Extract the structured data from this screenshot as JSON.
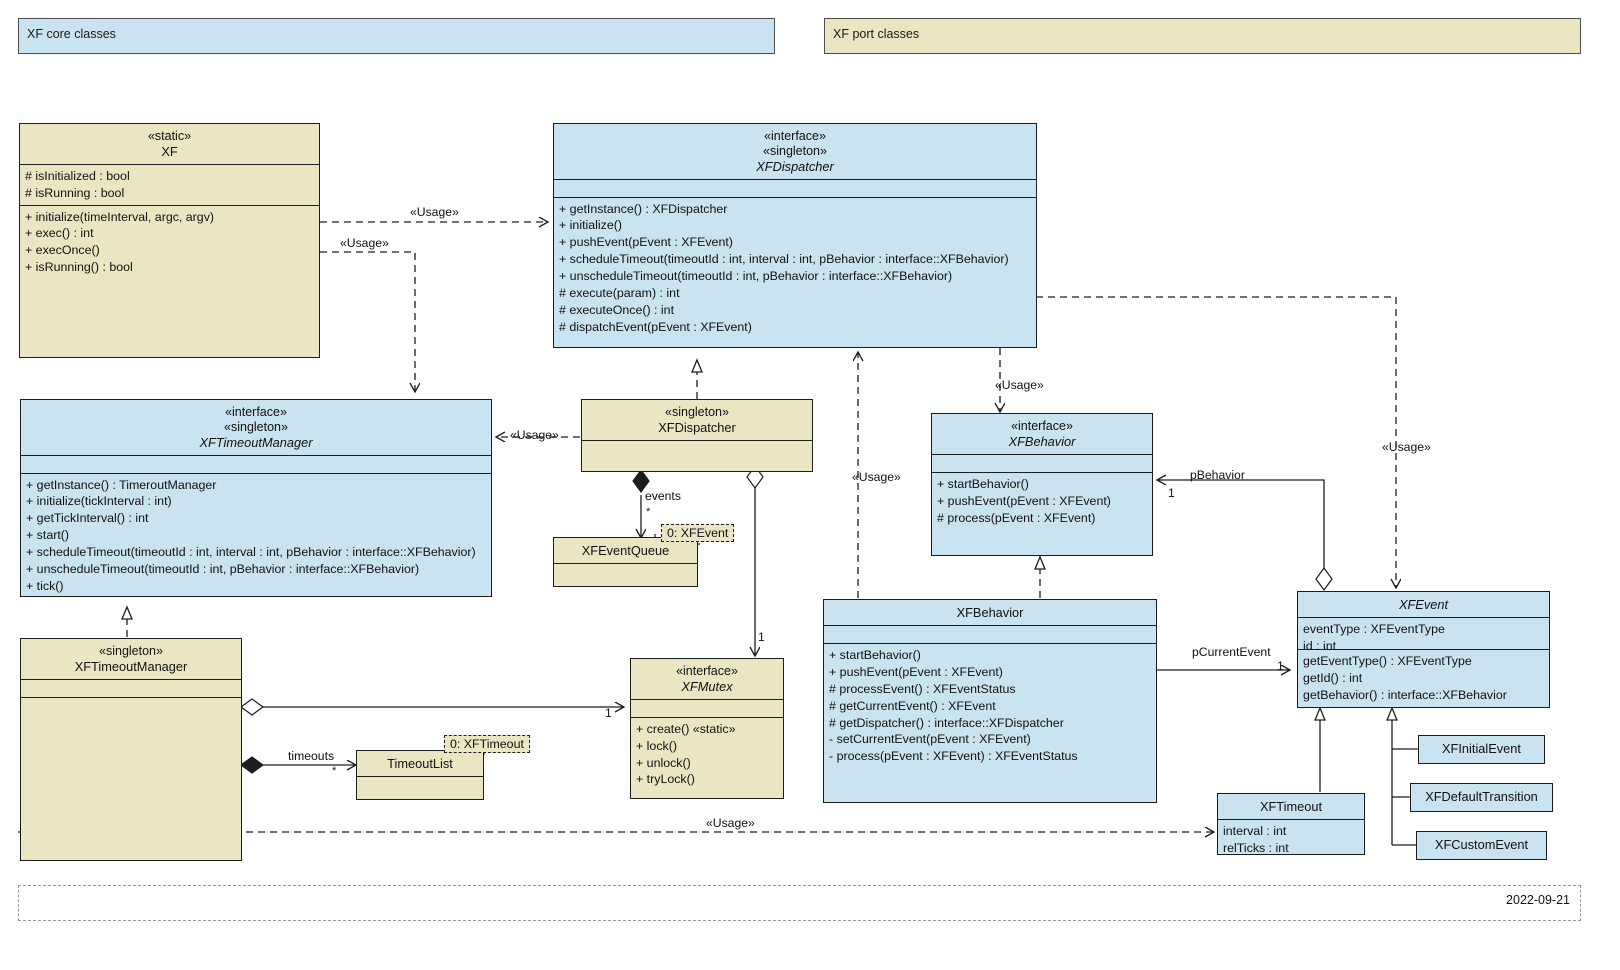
{
  "packages": [
    {
      "id": "core",
      "label": "XF core classes",
      "color": "#c9e3f0"
    },
    {
      "id": "port",
      "label": "XF port classes",
      "color": "#eae6c4"
    }
  ],
  "classes": {
    "xf": {
      "stereotypes": [
        "«static»"
      ],
      "name": "XF",
      "italic": false,
      "attributes": [
        "# isInitialized : bool",
        "# isRunning : bool"
      ],
      "operations": [
        "+ initialize(timeInterval, argc, argv)",
        "+ exec() : int",
        "+ execOnce()",
        "+ isRunning() : bool"
      ]
    },
    "xfdispatcher_if": {
      "stereotypes": [
        "«interface»",
        "«singleton»"
      ],
      "name": "XFDispatcher",
      "italic": true,
      "attributes": [],
      "operations": [
        "+ getInstance() : XFDispatcher",
        "+ initialize()",
        "+ pushEvent(pEvent : XFEvent)",
        "+ scheduleTimeout(timeoutId : int, interval : int, pBehavior : interface::XFBehavior)",
        "+ unscheduleTimeout(timeoutId : int, pBehavior : interface::XFBehavior)",
        "# execute(param) : int",
        "# executeOnce() : int",
        "# dispatchEvent(pEvent : XFEvent)"
      ]
    },
    "xftimeoutmanager_if": {
      "stereotypes": [
        "«interface»",
        "«singleton»"
      ],
      "name": "XFTimeoutManager",
      "italic": true,
      "attributes": [],
      "operations": [
        "+ getInstance() : TimeroutManager",
        "+ initialize(tickInterval : int)",
        "+ getTickInterval() : int",
        "+ start()",
        "+ scheduleTimeout(timeoutId : int, interval : int, pBehavior : interface::XFBehavior)",
        "+ unscheduleTimeout(timeoutId : int, pBehavior : interface::XFBehavior)",
        "+ tick()"
      ]
    },
    "xfdispatcher_impl": {
      "stereotypes": [
        "«singleton»"
      ],
      "name": "XFDispatcher",
      "italic": false,
      "attributes": [],
      "operations": []
    },
    "xfeventqueue": {
      "stereotypes": [],
      "name": "XFEventQueue",
      "italic": false,
      "attributes": [],
      "operations": []
    },
    "xfbehavior_if": {
      "stereotypes": [
        "«interface»"
      ],
      "name": "XFBehavior",
      "italic": true,
      "attributes": [],
      "operations": [
        "+ startBehavior()",
        "+ pushEvent(pEvent : XFEvent)",
        "# process(pEvent : XFEvent)"
      ]
    },
    "xftimeoutmanager_impl": {
      "stereotypes": [
        "«singleton»"
      ],
      "name": "XFTimeoutManager",
      "italic": false,
      "attributes": [],
      "operations": []
    },
    "timeoutlist": {
      "stereotypes": [],
      "name": "TimeoutList",
      "italic": false,
      "attributes": [],
      "operations": []
    },
    "xfmutex": {
      "stereotypes": [
        "«interface»"
      ],
      "name": "XFMutex",
      "italic": true,
      "attributes": [],
      "operations": [
        "+ create() «static»",
        "+ lock()",
        "+ unlock()",
        "+ tryLock()"
      ]
    },
    "xfbehavior_impl": {
      "stereotypes": [],
      "name": "XFBehavior",
      "italic": false,
      "attributes": [],
      "operations": [
        "+ startBehavior()",
        "+ pushEvent(pEvent : XFEvent)",
        "# processEvent() : XFEventStatus",
        "# getCurrentEvent() : XFEvent",
        "# getDispatcher() : interface::XFDispatcher",
        "- setCurrentEvent(pEvent : XFEvent)",
        "- process(pEvent : XFEvent) : XFEventStatus"
      ]
    },
    "xfevent": {
      "stereotypes": [],
      "name": "XFEvent",
      "italic": true,
      "attributes": [
        "eventType : XFEventType",
        "id : int"
      ],
      "operations": [
        "getEventType() : XFEventType",
        "getId() : int",
        "getBehavior() : interface::XFBehavior"
      ]
    },
    "xftimeout": {
      "stereotypes": [],
      "name": "XFTimeout",
      "italic": false,
      "attributes": [
        "interval : int",
        "relTicks : int"
      ],
      "operations": []
    },
    "xfinitialevent": {
      "stereotypes": [],
      "name": "XFInitialEvent",
      "italic": false,
      "attributes": [],
      "operations": []
    },
    "xfdefaulttransition": {
      "stereotypes": [],
      "name": "XFDefaultTransition",
      "italic": false,
      "attributes": [],
      "operations": []
    },
    "xfcustomevent": {
      "stereotypes": [],
      "name": "XFCustomEvent",
      "italic": false,
      "attributes": [],
      "operations": []
    }
  },
  "chips": [
    {
      "id": "chip-event",
      "label": "0: XFEvent"
    },
    {
      "id": "chip-timeout",
      "label": "0: XFTimeout"
    }
  ],
  "edge_labels": {
    "usage_xf_dispatcher": "«Usage»",
    "usage_xf_timeoutmanager": "«Usage»",
    "usage_dispatcherimpl_timeoutmanager": "«Usage»",
    "usage_dispatcherif_behavior": "«Usage»",
    "usage_behaviorimpl_dispatcherif": "«Usage»",
    "usage_dispatcherif_event": "«Usage»",
    "usage_timeoutmanagerimpl_timeout": "«Usage»",
    "role_events": "events",
    "mult_events": "*",
    "role_timeouts": "timeouts",
    "mult_timeouts": "*",
    "role_pbehavior": "pBehavior",
    "mult_pbehavior": "1",
    "role_pcurrentevent": "pCurrentEvent",
    "mult_pcurrentevent": "1",
    "mult_mutex_dispatcher": "1",
    "mult_mutex_timeoutmanager": "1"
  },
  "footer": {
    "date": "2022-09-21"
  },
  "colors": {
    "blue": "#c9e3f0",
    "tan": "#eae6c4",
    "line": "#1d1d1d",
    "frame": "#9a9a9a"
  }
}
